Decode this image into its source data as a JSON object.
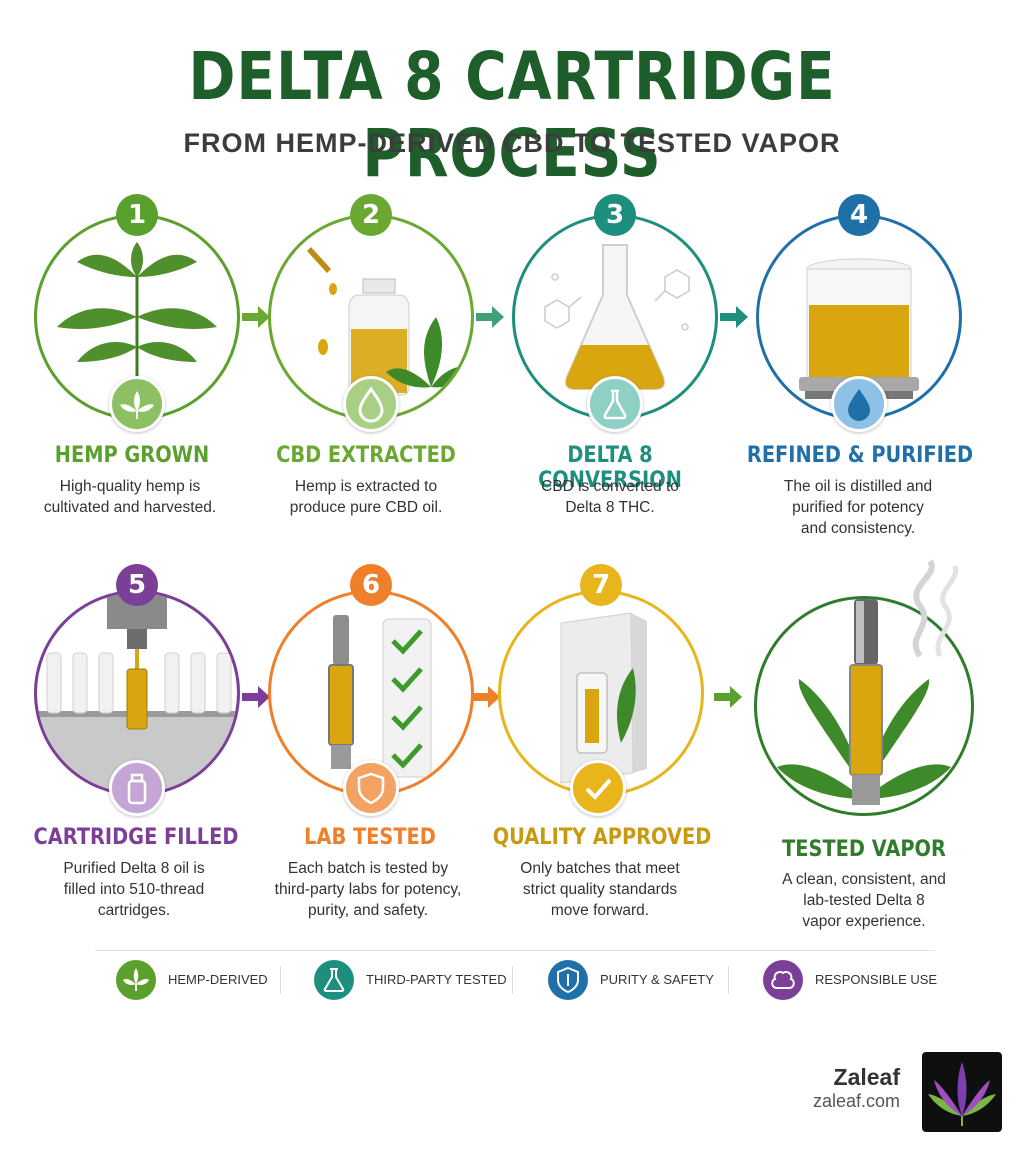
{
  "header": {
    "title": "DELTA 8 CARTRIDGE PROCESS",
    "subtitle": "FROM HEMP-DERIVED CBD TO TESTED VAPOR"
  },
  "steps": [
    {
      "number": "1",
      "label": "HEMP GROWN",
      "desc1": "High-quality hemp is",
      "desc2": "cultivated and harvested.",
      "desc3": "",
      "color": "#5aa02c",
      "icon": "hemp-leaf-icon"
    },
    {
      "number": "2",
      "label": "CBD EXTRACTED",
      "desc1": "Hemp is extracted to",
      "desc2": "produce pure CBD oil.",
      "desc3": "",
      "color": "#6aa832",
      "icon": "droplet-icon"
    },
    {
      "number": "3",
      "label": "DELTA 8 CONVERSION",
      "desc1": "CBD is converted to",
      "desc2": "Delta 8 THC.",
      "desc3": "",
      "color": "#1e8f7e",
      "icon": "flask-icon"
    },
    {
      "number": "4",
      "label": "REFINED & PURIFIED",
      "desc1": "The oil is distilled and",
      "desc2": "purified for potency",
      "desc3": "and consistency.",
      "color": "#1f6fa8",
      "icon": "water-drop-icon"
    },
    {
      "number": "5",
      "label": "CARTRIDGE FILLED",
      "desc1": "Purified Delta 8 oil is",
      "desc2": "filled into 510-thread",
      "desc3": "cartridges.",
      "color": "#7b3f98",
      "icon": "bottle-icon"
    },
    {
      "number": "6",
      "label": "LAB TESTED",
      "desc1": "Each batch is tested by",
      "desc2": "third-party labs for potency,",
      "desc3": "purity, and safety.",
      "color": "#f07f2a",
      "icon": "shield-icon"
    },
    {
      "number": "7",
      "label": "QUALITY APPROVED",
      "desc1": "Only batches that meet",
      "desc2": "strict quality standards",
      "desc3": "move forward.",
      "color": "#e8b51d",
      "icon": "checkmark-icon"
    },
    {
      "number": "",
      "label": "TESTED VAPOR",
      "desc1": "A clean, consistent, and",
      "desc2": "lab-tested Delta 8",
      "desc3": "vapor experience.",
      "color": "#2f7d2b",
      "icon": "vape-cartridge-icon"
    }
  ],
  "footer": [
    {
      "label": "HEMP-DERIVED",
      "color": "#5aa02c",
      "icon": "hemp-leaf-icon"
    },
    {
      "label": "THIRD-PARTY TESTED",
      "color": "#1e8f7e",
      "icon": "flask-icon"
    },
    {
      "label": "PURITY & SAFETY",
      "color": "#1f6fa8",
      "icon": "shield-icon"
    },
    {
      "label": "RESPONSIBLE USE",
      "color": "#7b3f98",
      "icon": "brain-icon"
    }
  ],
  "brand": {
    "name": "Zaleaf",
    "url": "zaleaf.com"
  }
}
